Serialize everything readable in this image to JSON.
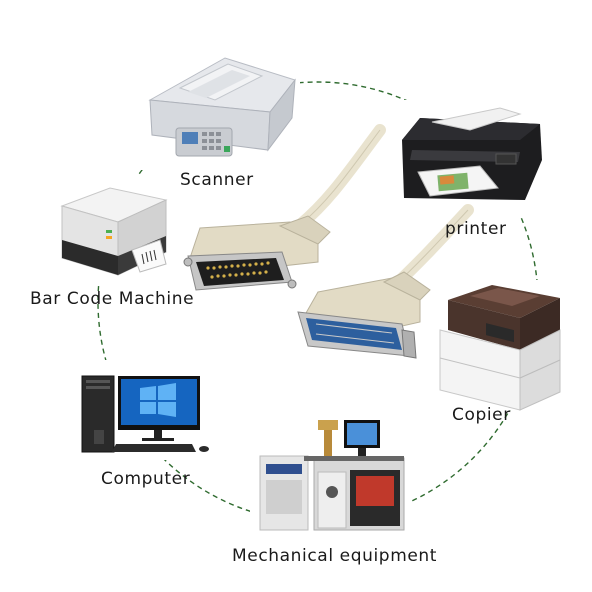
{
  "labels": {
    "scanner": "Scanner",
    "printer": "printer",
    "barcode": "Bar Code Machine",
    "copier": "Copier",
    "computer": "Computer",
    "mechanical": "Mechanical equipment"
  },
  "icons": {
    "scanner": "scanner-icon",
    "printer": "printer-icon",
    "barcode": "barcode-printer-icon",
    "copier": "copier-icon",
    "computer": "computer-icon",
    "mechanical": "machine-icon",
    "db25": "db25-connector-icon",
    "centronics": "centronics-connector-icon"
  },
  "colors": {
    "circle": "#2f6b2f",
    "cable": "#e9e3cf",
    "connector_shell": "#d9d2bc",
    "connector_face_db": "#1e1e1e",
    "connector_face_cen": "#2d5f9e",
    "win_blue": "#1565c0"
  }
}
